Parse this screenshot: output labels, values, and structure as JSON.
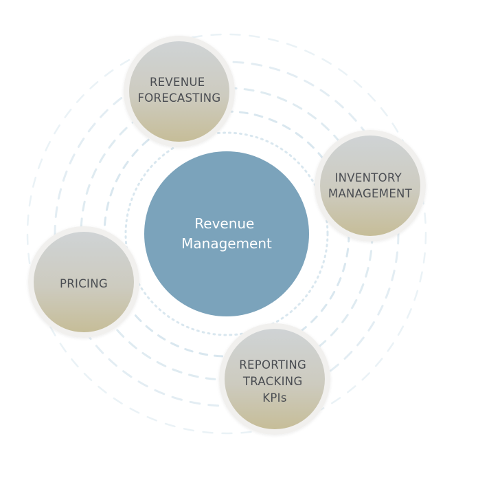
{
  "diagram": {
    "center": {
      "lines": [
        "Revenue",
        "Management"
      ],
      "color": "#7ba3bb"
    },
    "nodes": [
      {
        "id": "revenue-forecasting",
        "lines": [
          "REVENUE",
          "FORECASTING"
        ]
      },
      {
        "id": "inventory-management",
        "lines": [
          "INVENTORY",
          "MANAGEMENT"
        ]
      },
      {
        "id": "pricing",
        "lines": [
          "PRICING"
        ]
      },
      {
        "id": "reporting-tracking-kpis",
        "lines": [
          "REPORTING",
          "TRACKING",
          "KPIs"
        ]
      }
    ],
    "colors": {
      "ring": "#d9e7ef",
      "node_top": "#cfd3d5",
      "node_bottom": "#c8c1a0",
      "node_border": "#f1f0ee",
      "node_text": "#4a4d52"
    }
  }
}
